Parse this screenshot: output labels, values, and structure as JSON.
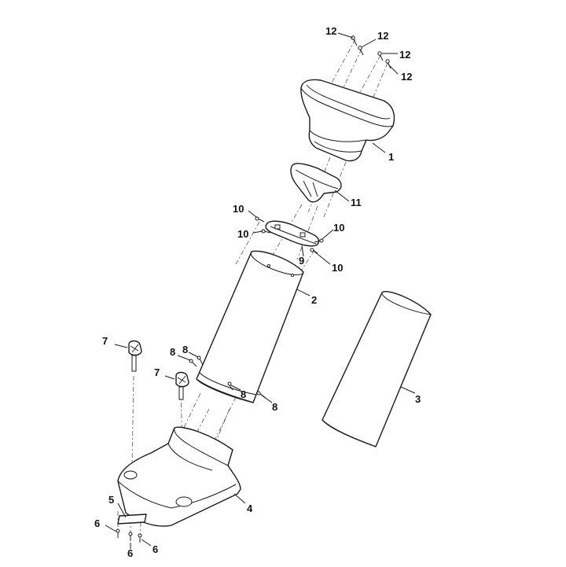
{
  "diagram": {
    "parts": [
      {
        "id": "part-1",
        "label": "1"
      },
      {
        "id": "part-2",
        "label": "2"
      },
      {
        "id": "part-3",
        "label": "3"
      },
      {
        "id": "part-4",
        "label": "4"
      },
      {
        "id": "part-5",
        "label": "5"
      },
      {
        "id": "part-6",
        "label": "6"
      },
      {
        "id": "part-7",
        "label": "7"
      },
      {
        "id": "part-8",
        "label": "8"
      },
      {
        "id": "part-9",
        "label": "9"
      },
      {
        "id": "part-10",
        "label": "10"
      },
      {
        "id": "part-11",
        "label": "11"
      },
      {
        "id": "part-12",
        "label": "12"
      }
    ]
  }
}
